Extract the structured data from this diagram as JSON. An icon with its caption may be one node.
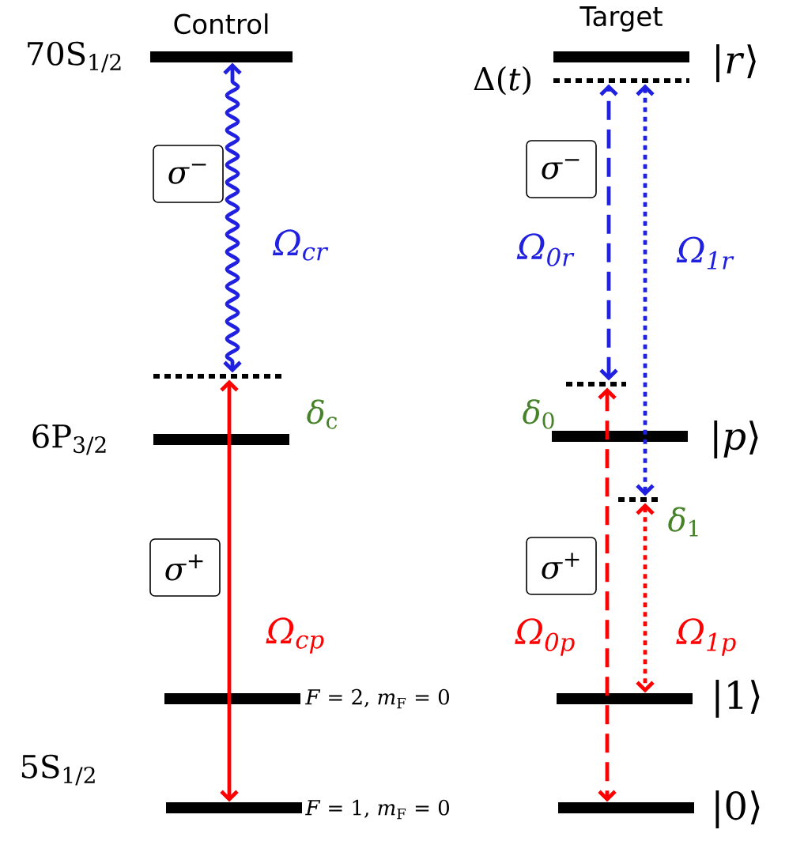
{
  "diagram": {
    "nodes": [
      {
        "text": [],
        "shape": "bar",
        "beside": [
          "Control",
          "70S$_{1/2}$"
        ]
      },
      {
        "text": [
          "*δ*$_{c}$"
        ]
      },
      {
        "text": [],
        "shape": "bar",
        "beside": [
          "6P$_{3/2}$"
        ]
      },
      {
        "text": [],
        "shape": "bar",
        "beside": [
          "*F* = 2, *m*$_{F}$ = 0"
        ]
      },
      {
        "text": [],
        "shape": "bar",
        "beside": [
          "*F* = 1, *m*$_{F}$ = 0"
        ]
      },
      {
        "text": [],
        "shape": "bar",
        "beside": [
          "Target",
          "|*r*⟩"
        ]
      },
      {
        "text": [
          "Δ(*t*)"
        ]
      },
      {
        "text": [
          "*δ*$_{0}$"
        ]
      },
      {
        "text": [],
        "shape": "bar",
        "beside": [
          "|*p*⟩"
        ]
      },
      {
        "text": [
          "*δ*$_{1}$"
        ]
      },
      {
        "text": [],
        "shape": "bar",
        "beside": [
          "|1⟩"
        ]
      },
      {
        "text": [],
        "shape": "bar",
        "beside": [
          "|0⟩"
        ]
      },
      {
        "text": [
          "*σ*$^{−}$"
        ]
      },
      {
        "text": [
          "*σ*$^{+}$"
        ]
      },
      {
        "text": [
          "*σ*$^{−}$"
        ]
      },
      {
        "text": [
          "*σ*$^{+}$"
        ]
      }
    ],
    "edges": [
      {
        "from": 1,
        "to": 0,
        "arrow": "both",
        "label": "Ω$_{cr}$",
        "color": "#2020e0"
      },
      {
        "from": 1,
        "to": 4,
        "arrow": "both",
        "label": "Ω$_{cp}$",
        "color": "#ff0000"
      },
      {
        "from": 7,
        "to": 6,
        "arrow": "both",
        "label": "Ω$_{0r}$",
        "style": "dashed",
        "color": "#2020e0"
      },
      {
        "from": 9,
        "to": 6,
        "arrow": "both",
        "label": "Ω$_{1r}$",
        "style": "dashed",
        "color": "#2020e0"
      },
      {
        "from": 7,
        "to": 11,
        "arrow": "both",
        "label": "Ω$_{0p}$",
        "style": "dashed",
        "color": "#ff0000"
      },
      {
        "from": 9,
        "to": 10,
        "arrow": "both",
        "label": "Ω$_{1p}$",
        "style": "dashed",
        "color": "#ff0000"
      }
    ],
    "labels": [
      "5S$_{1/2}$"
    ]
  }
}
